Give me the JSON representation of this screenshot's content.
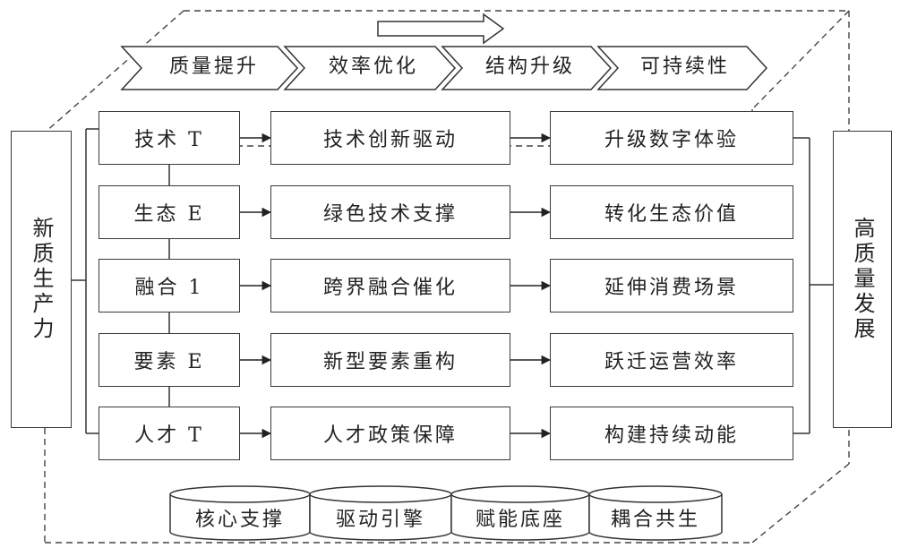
{
  "left_box": {
    "label": "新质生产力"
  },
  "right_box": {
    "label": "高质量发展"
  },
  "stages": [
    "质量提升",
    "效率优化",
    "结构升级",
    "可持续性"
  ],
  "rows": [
    {
      "factor": "技术 T",
      "mechanism": "技术创新驱动",
      "outcome": "升级数字体验"
    },
    {
      "factor": "生态 E",
      "mechanism": "绿色技术支撑",
      "outcome": "转化生态价值"
    },
    {
      "factor": "融合 1",
      "mechanism": "跨界融合催化",
      "outcome": "延伸消费场景"
    },
    {
      "factor": "要素 E",
      "mechanism": "新型要素重构",
      "outcome": "跃迁运营效率"
    },
    {
      "factor": "人才 T",
      "mechanism": "人才政策保障",
      "outcome": "构建持续动能"
    }
  ],
  "foundations": [
    "核心支撑",
    "驱动引擎",
    "赋能底座",
    "耦合共生"
  ]
}
